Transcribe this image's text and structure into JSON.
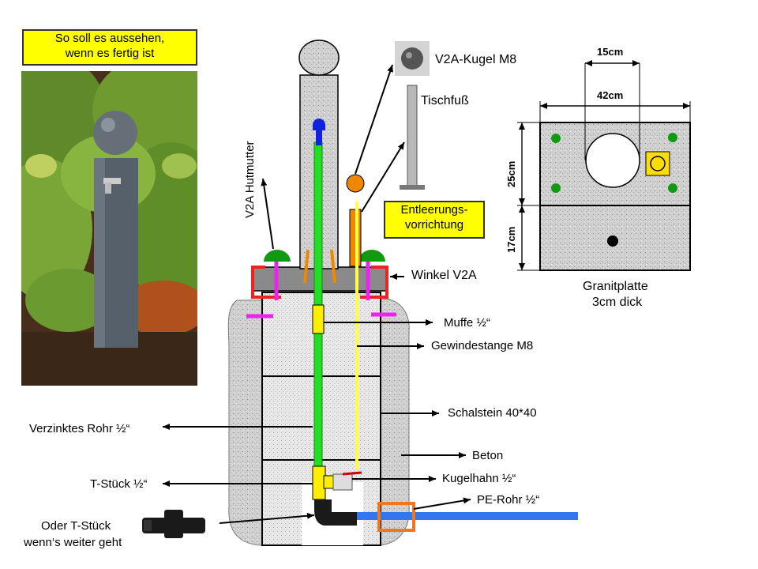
{
  "photo": {
    "caption_line1": "So soll es aussehen,",
    "caption_line2": "wenn es fertig ist"
  },
  "labels": {
    "hutmutter": "V2A Hutmutter",
    "kugel": "V2A-Kugel M8",
    "tischfuss": "Tischfuß",
    "entleerung_line1": "Entleerungs-",
    "entleerung_line2": "vorrichtung",
    "winkel": "Winkel  V2A",
    "muffe": "Muffe ½“",
    "gewindestange": "Gewindestange M8",
    "schalstein": "Schalstein 40*40",
    "verzinktes_rohr": "Verzinktes Rohr ½“",
    "beton": "Beton",
    "t_stueck": "T-Stück ½“",
    "kugelhahn": "Kugelhahn ½“",
    "pe_rohr": "PE-Rohr ½“",
    "oder_line1": "Oder T-Stück",
    "oder_line2": "wenn‘s weiter geht"
  },
  "granite": {
    "dim_top": "15cm",
    "dim_width": "42cm",
    "dim_upper": "25cm",
    "dim_lower": "17cm",
    "caption_line1": "Granitplatte",
    "caption_line2": "3cm dick"
  },
  "colors": {
    "pipe_green": "#22dd22",
    "rod_yellow": "#ffff44",
    "pe_blue": "#3377ee",
    "bracket_red": "#ee2222",
    "bolt_magenta": "#ee22ee",
    "cap_green": "#119911",
    "ball_orange": "#ee8800",
    "label_yellow": "#ffff00"
  }
}
